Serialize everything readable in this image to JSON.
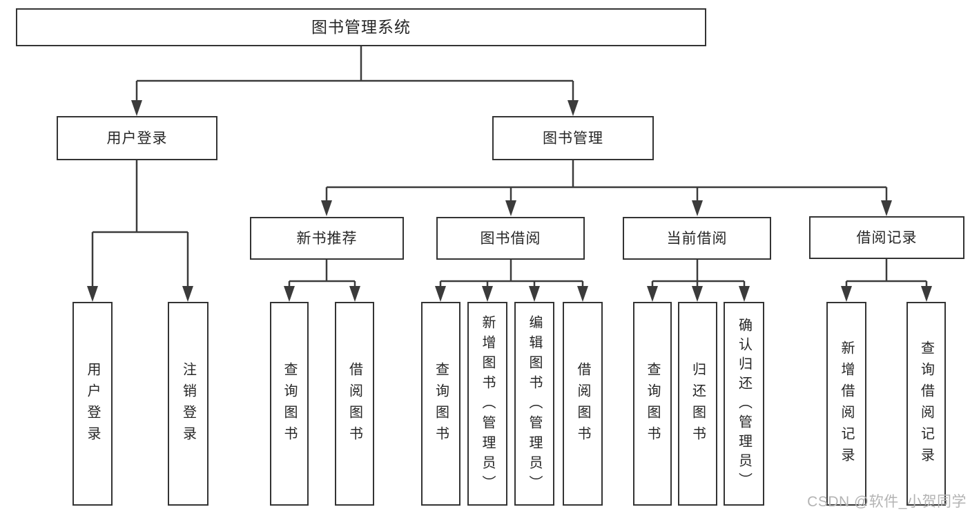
{
  "diagram": {
    "title": "图书管理系统",
    "type": "functional-structure-tree",
    "colors": {
      "background": "#ffffff",
      "box_fill": "#ffffff",
      "box_border": "#333333",
      "line": "#3b3b3b",
      "text": "#262626",
      "watermark": "#b3b3b3"
    },
    "root": {
      "label": "图书管理系统"
    },
    "level2": [
      {
        "label": "用户登录",
        "parent": "图书管理系统"
      },
      {
        "label": "图书管理",
        "parent": "图书管理系统"
      }
    ],
    "level3": [
      {
        "label": "新书推荐",
        "parent": "图书管理"
      },
      {
        "label": "图书借阅",
        "parent": "图书管理"
      },
      {
        "label": "当前借阅",
        "parent": "图书管理"
      },
      {
        "label": "借阅记录",
        "parent": "图书管理"
      }
    ],
    "leaves": [
      {
        "label": "用户登录",
        "parent": "用户登录"
      },
      {
        "label": "注销登录",
        "parent": "用户登录"
      },
      {
        "label": "查询图书",
        "parent": "新书推荐"
      },
      {
        "label": "借阅图书",
        "parent": "新书推荐"
      },
      {
        "label": "查询图书",
        "parent": "图书借阅"
      },
      {
        "label": "新增图书（管理员）",
        "parent": "图书借阅"
      },
      {
        "label": "编辑图书（管理员）",
        "parent": "图书借阅"
      },
      {
        "label": "借阅图书",
        "parent": "图书借阅"
      },
      {
        "label": "查询图书",
        "parent": "当前借阅"
      },
      {
        "label": "归还图书",
        "parent": "当前借阅"
      },
      {
        "label": "确认归还（管理员）",
        "parent": "当前借阅"
      },
      {
        "label": "新增借阅记录",
        "parent": "借阅记录"
      },
      {
        "label": "查询借阅记录",
        "parent": "借阅记录"
      }
    ],
    "watermark": "CSDN @软件_小贺同学"
  }
}
